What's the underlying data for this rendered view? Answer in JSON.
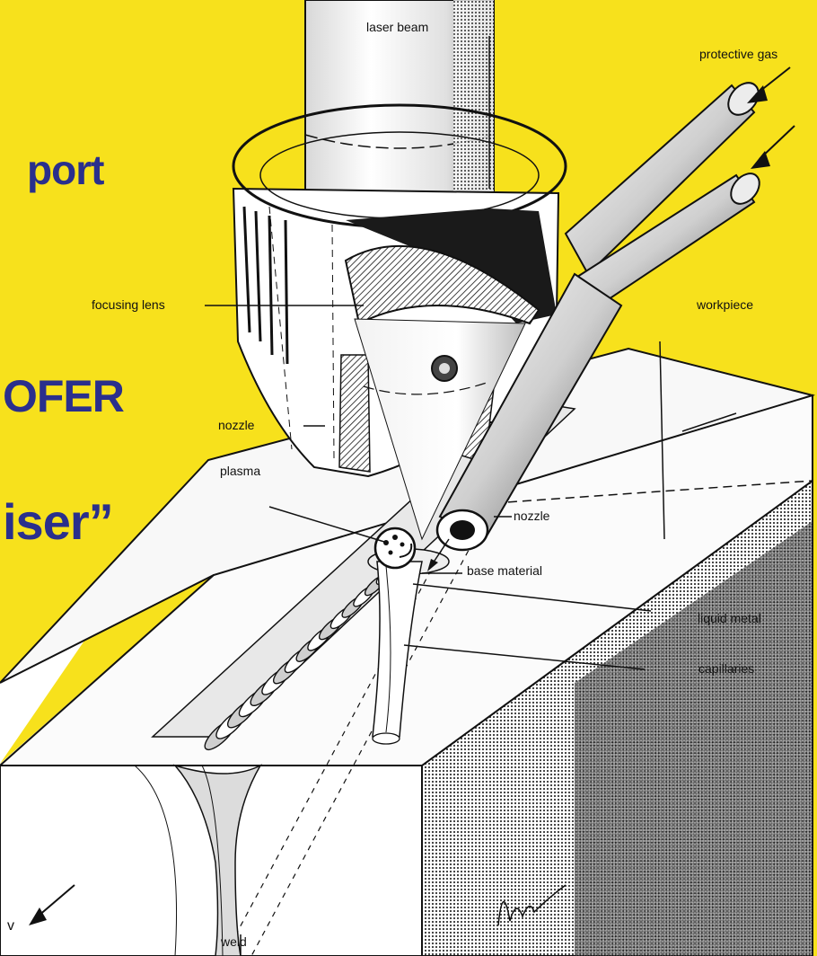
{
  "headline": {
    "line1": "port",
    "line2": "OFER",
    "line3": "iser”"
  },
  "labels": {
    "laser_beam": "laser beam",
    "protective_gas": "protective gas",
    "focusing_lens": "focusing lens",
    "workpiece": "workpiece",
    "nozzle_left": "nozzle",
    "plasma": "plasma",
    "nozzle_right": "nozzle",
    "base_material": "base material",
    "liquid_metal": "liquid metal",
    "capillaries": "capillaries",
    "weld": "weld",
    "v": "v"
  },
  "signature": "lm",
  "colors": {
    "background": "#f7e11c",
    "headline": "#2a2f8c",
    "ink": "#111111"
  }
}
